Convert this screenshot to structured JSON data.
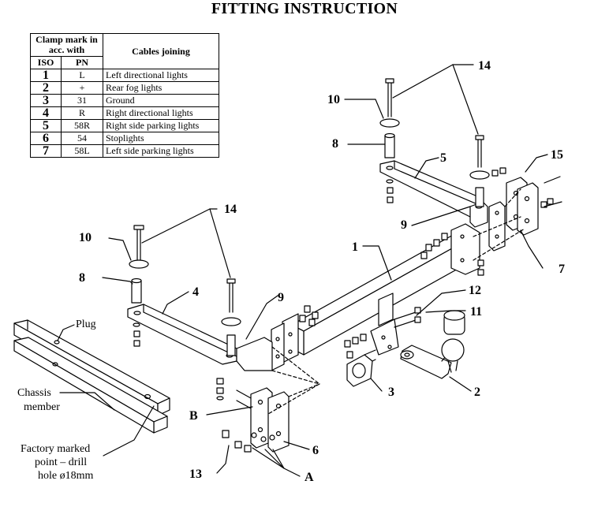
{
  "title": "FITTING INSTRUCTION",
  "table": {
    "header_clamp": "Clamp mark in acc. with",
    "header_iso": "ISO",
    "header_pn": "PN",
    "header_cables": "Cables joining",
    "rows": [
      {
        "iso": "1",
        "pn": "L",
        "desc": "Left directional lights"
      },
      {
        "iso": "2",
        "pn": "+",
        "desc": "Rear fog lights"
      },
      {
        "iso": "3",
        "pn": "31",
        "desc": "Ground"
      },
      {
        "iso": "4",
        "pn": "R",
        "desc": "Right directional lights"
      },
      {
        "iso": "5",
        "pn": "58R",
        "desc": "Right side parking lights"
      },
      {
        "iso": "6",
        "pn": "54",
        "desc": "Stoplights"
      },
      {
        "iso": "7",
        "pn": "58L",
        "desc": "Left side parking lights"
      }
    ]
  },
  "labels": {
    "n1": "1",
    "n2": "2",
    "n3": "3",
    "n4": "4",
    "n5": "5",
    "n6": "6",
    "n7": "7",
    "n8a": "8",
    "n8b": "8",
    "n9a": "9",
    "n9b": "9",
    "n10a": "10",
    "n10b": "10",
    "n11": "11",
    "n12": "12",
    "n13": "13",
    "n14a": "14",
    "n14b": "14",
    "n15": "15",
    "A": "A",
    "B": "B",
    "plug": "Plug",
    "chassis_line1": "Chassis",
    "chassis_line2": "member",
    "factory_line1": "Factory marked",
    "factory_line2": "point – drill",
    "factory_line3": "hole ø18mm"
  }
}
